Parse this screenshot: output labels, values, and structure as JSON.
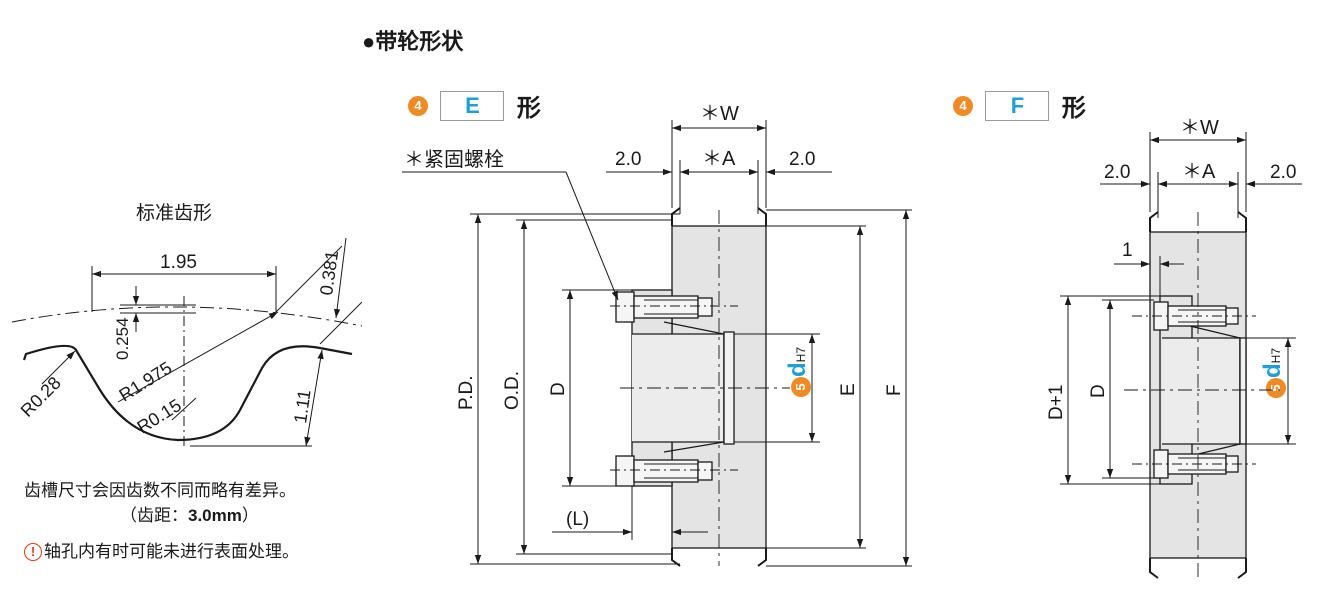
{
  "section_title": "●带轮形状",
  "tooth_profile": {
    "title": "标准齿形",
    "dims": {
      "pitch": "1.95",
      "r_top": "R0.28",
      "r_root": "R1.975",
      "r_bottom": "R0.15",
      "h_small": "0.254",
      "depth": "1.11",
      "offset": "0.381"
    },
    "note_line1": "齿槽尺寸会因齿数不同而略有差异。",
    "note_line2_prefix": "（齿距：",
    "note_line2_value": "3.0mm",
    "note_line2_suffix": "）",
    "warning_icon": "!",
    "warning_text": "轴孔内有时可能未进行表面处理。"
  },
  "type_e": {
    "badge": "4",
    "letter": "E",
    "suffix": "形",
    "bolt_label": "＊紧固螺栓",
    "w_label": "＊W",
    "a_label": "＊A",
    "left_gap": "2.0",
    "right_gap": "2.0",
    "pd": "P.D.",
    "od": "O.D.",
    "d": "D",
    "e": "E",
    "f": "F",
    "l": "(L)",
    "bore_badge": "5",
    "bore_d": "d",
    "bore_tol": "H7"
  },
  "type_f": {
    "badge": "4",
    "letter": "F",
    "suffix": "形",
    "w_label": "＊W",
    "a_label": "＊A",
    "left_gap": "2.0",
    "right_gap": "2.0",
    "one": "1",
    "d1": "D+1",
    "d": "D",
    "bore_badge": "5",
    "bore_d": "d",
    "bore_tol": "H7"
  },
  "colors": {
    "badge": "#f08a24",
    "type_letter": "#1e9fd8",
    "bore_d": "#1e9fd8",
    "warning": "#e03a1e",
    "body_fill": "#e4e4e4",
    "line": "#1a1a1a"
  }
}
